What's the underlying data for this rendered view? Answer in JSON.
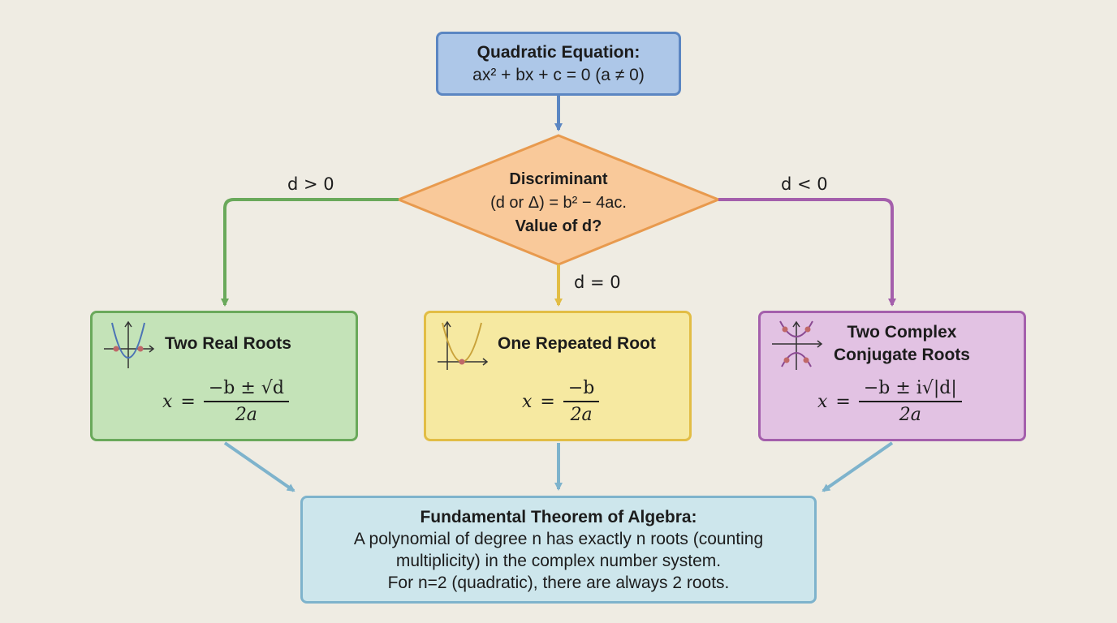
{
  "start": {
    "title": "Quadratic Equation:",
    "equation": "ax² + bx + c = 0 (a ≠ 0)"
  },
  "decision": {
    "line1": "Discriminant",
    "line2": "(d or Δ) = b² − 4ac.",
    "line3": "Value of d?"
  },
  "branches": {
    "positive": "d > 0",
    "zero": "d = 0",
    "negative": "d < 0"
  },
  "cases": {
    "real": {
      "title": "Two Real Roots",
      "lhs": "x",
      "eq": "=",
      "numerator": "−b ± √d",
      "denominator": "2a",
      "icon": "parabola-two-roots-icon"
    },
    "repeated": {
      "title": "One Repeated Root",
      "lhs": "x",
      "eq": "=",
      "numerator": "−b",
      "denominator": "2a",
      "icon": "parabola-one-root-icon"
    },
    "complex": {
      "title_line1": "Two Complex",
      "title_line2": "Conjugate Roots",
      "lhs": "x",
      "eq": "=",
      "numerator": "−b ± i√|d|",
      "denominator": "2a",
      "icon": "parabola-no-real-roots-icon"
    }
  },
  "conclusion": {
    "title": "Fundamental Theorem of Algebra:",
    "line1": "A polynomial of degree n has exactly n roots (counting",
    "line2": "multiplicity) in the complex number system.",
    "line3": "For n=2 (quadratic), there are always 2 roots."
  },
  "colors": {
    "background": "#efece3",
    "start_fill": "#adc7e8",
    "start_border": "#5b86c2",
    "decision_fill": "#f9c99a",
    "decision_border": "#e89a4e",
    "real_fill": "#c4e3b8",
    "real_border": "#6aa95b",
    "repeated_fill": "#f6e9a1",
    "repeated_border": "#e2bd45",
    "complex_fill": "#e2c2e3",
    "complex_border": "#a45fac",
    "conclusion_fill": "#cde6ec",
    "conclusion_border": "#7eb3cc",
    "arrow_blue": "#5b86c2",
    "arrow_light_blue": "#7eb3cc"
  }
}
